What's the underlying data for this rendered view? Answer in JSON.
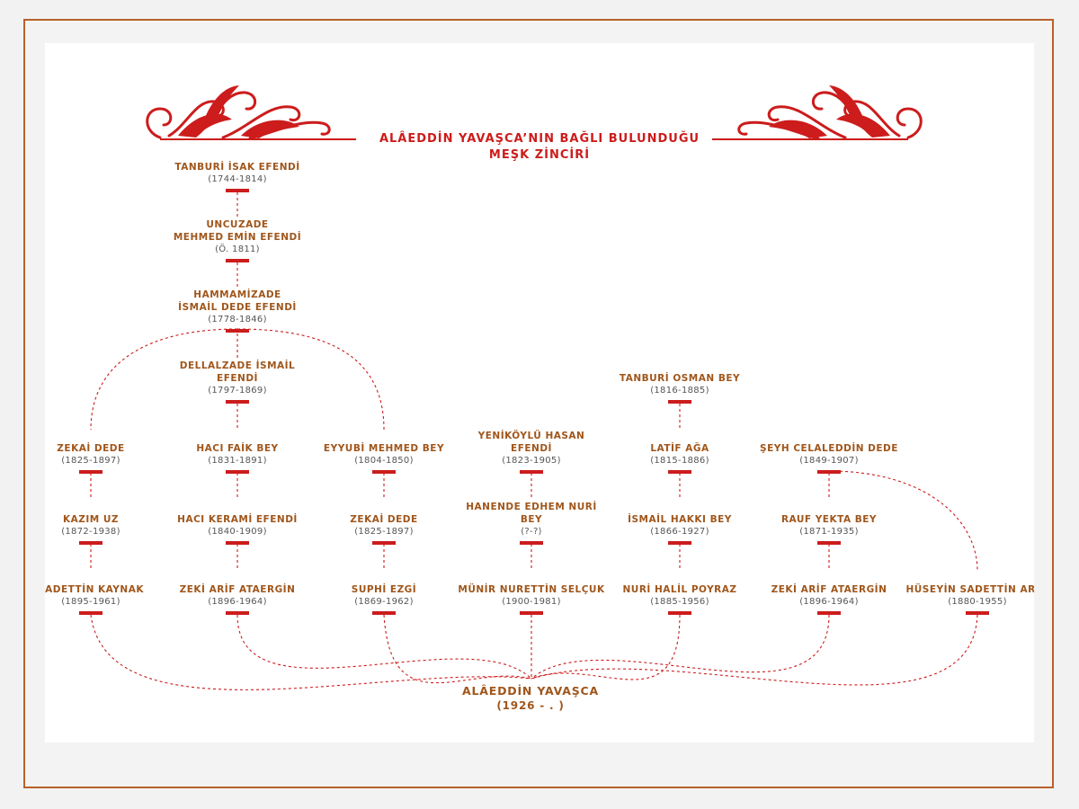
{
  "title": {
    "line1": "ALÂEDDİN YAVAŞCA’NIN BAĞLI BULUNDUĞU",
    "line2": "MEŞK ZİNCİRİ"
  },
  "colors": {
    "accent": "#cc1c1c",
    "name": "#a0561b",
    "dates": "#555555",
    "frame": "#b9612a"
  },
  "icons": [
    "scroll-ornament-left-icon",
    "scroll-ornament-right-icon"
  ],
  "people": [
    {
      "id": "tanburi-isak",
      "name": "TANBURİ İSAK EFENDİ",
      "dates": "(1744-1814)"
    },
    {
      "id": "uncuzade",
      "name": "UNCUZADE\nMEHMED EMİN EFENDİ",
      "dates": "(Ö. 1811)"
    },
    {
      "id": "hammamizade",
      "name": "HAMMAMİZADE\nİSMAİL DEDE EFENDİ",
      "dates": "(1778-1846)"
    },
    {
      "id": "dellalzade",
      "name": "DELLALZADE İSMAİL\nEFENDİ",
      "dates": "(1797-1869)"
    },
    {
      "id": "zekai-dede-1",
      "name": "ZEKAİ DEDE",
      "dates": "(1825-1897)"
    },
    {
      "id": "haci-faik",
      "name": "HACI FAİK BEY",
      "dates": "(1831-1891)"
    },
    {
      "id": "eyyubi",
      "name": "EYYUBİ MEHMED BEY",
      "dates": "(1804-1850)"
    },
    {
      "id": "yenikoylu",
      "name": "YENİKÖYLÜ HASAN\nEFENDİ",
      "dates": "(1823-1905)"
    },
    {
      "id": "tanburi-osman",
      "name": "TANBURİ OSMAN BEY",
      "dates": "(1816-1885)"
    },
    {
      "id": "latif-aga",
      "name": "LATİF AĞA",
      "dates": "(1815-1886)"
    },
    {
      "id": "seyh-celaleddin",
      "name": "ŞEYH CELALEDDİN DEDE",
      "dates": "(1849-1907)"
    },
    {
      "id": "kazim-uz",
      "name": "KAZIM UZ",
      "dates": "(1872-1938)"
    },
    {
      "id": "haci-kerami",
      "name": "HACI KERAMİ EFENDİ",
      "dates": "(1840-1909)"
    },
    {
      "id": "zekai-dede-2",
      "name": "ZEKAİ DEDE",
      "dates": "(1825-1897)"
    },
    {
      "id": "hanende-edhem",
      "name": "HANENDE EDHEM NURİ\nBEY",
      "dates": "(?-?)"
    },
    {
      "id": "ismail-hakki",
      "name": "İSMAİL HAKKI BEY",
      "dates": "(1866-1927)"
    },
    {
      "id": "rauf-yekta",
      "name": "RAUF YEKTA BEY",
      "dates": "(1871-1935)"
    },
    {
      "id": "sadettin-kaynak",
      "name": "SADETTİN KAYNAK",
      "dates": "(1895-1961)"
    },
    {
      "id": "zeki-arif-1",
      "name": "ZEKİ ARİF ATAERGİN",
      "dates": "(1896-1964)"
    },
    {
      "id": "suphi-ezgi",
      "name": "SUPHİ EZGİ",
      "dates": "(1869-1962)"
    },
    {
      "id": "munir-nurettin",
      "name": "MÜNİR NURETTİN SELÇUK",
      "dates": "(1900-1981)"
    },
    {
      "id": "nuri-halil",
      "name": "NURİ HALİL POYRAZ",
      "dates": "(1885-1956)"
    },
    {
      "id": "zeki-arif-2",
      "name": "ZEKİ ARİF ATAERGİN",
      "dates": "(1896-1964)"
    },
    {
      "id": "huseyin-sadettin",
      "name": "HÜSEYİN SADETTİN AREL",
      "dates": "(1880-1955)"
    }
  ],
  "final": {
    "name": "ALÂEDDİN YAVAŞCA",
    "dates": "(1926 - . )"
  }
}
